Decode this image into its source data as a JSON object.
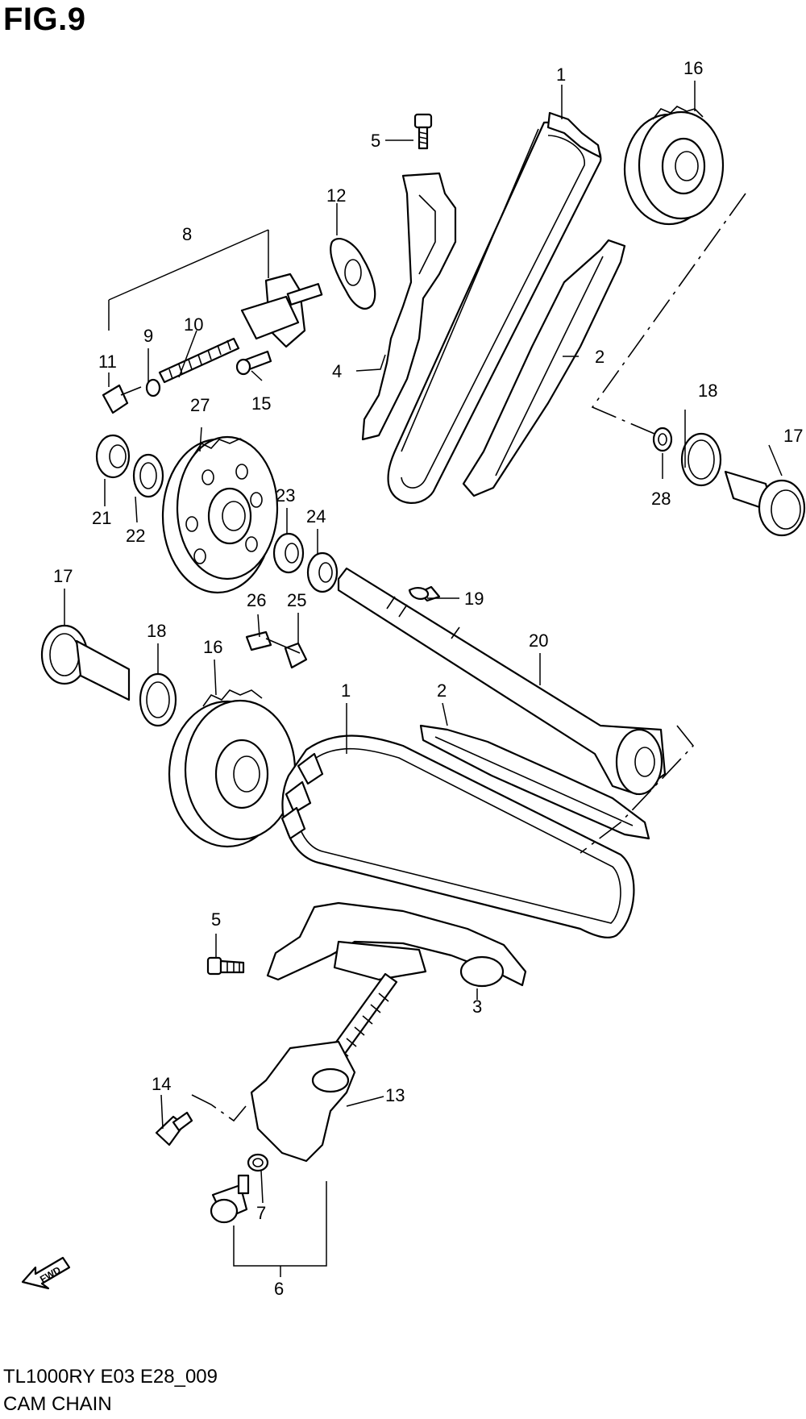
{
  "figure": {
    "title": "FIG.9",
    "model_code": "TL1000RY  E03  E28_009",
    "caption": "CAM CHAIN",
    "fwd_label": "FWD"
  },
  "callouts": [
    "1",
    "16",
    "5",
    "12",
    "8",
    "10",
    "9",
    "11",
    "4",
    "2",
    "15",
    "27",
    "18",
    "17",
    "28",
    "21",
    "22",
    "23",
    "24",
    "19",
    "26",
    "25",
    "20",
    "17",
    "18",
    "16",
    "1",
    "2",
    "5",
    "3",
    "13",
    "14",
    "7",
    "6"
  ]
}
